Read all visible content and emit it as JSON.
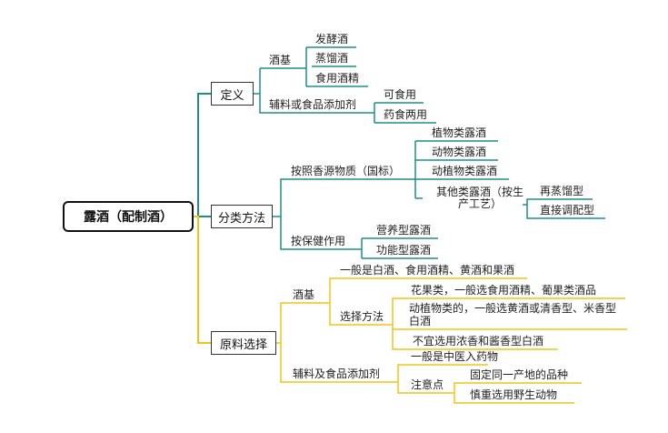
{
  "root": "露酒（配制酒）",
  "colors": {
    "teal": "#1e8f87",
    "yellow": "#f0c419",
    "line_dark": "#333333",
    "text": "#222222"
  },
  "branches": {
    "definition": {
      "label": "定义",
      "base": {
        "label": "酒基",
        "items": [
          "发酵酒",
          "蒸馏酒",
          "食用酒精"
        ]
      },
      "additives": {
        "label": "辅料或食品添加剂",
        "items": [
          "可食用",
          "药食两用"
        ]
      }
    },
    "classification": {
      "label": "分类方法",
      "by_source": {
        "label": "按照香源物质（国标）",
        "items": [
          "植物类露酒",
          "动物类露酒",
          "动植物类露酒"
        ],
        "other": {
          "label": "其他类露酒（按生产工艺）",
          "items": [
            "再蒸馏型",
            "直接调配型"
          ]
        }
      },
      "by_health": {
        "label": "按保健作用",
        "items": [
          "营养型露酒",
          "功能型露酒"
        ]
      }
    },
    "materials": {
      "label": "原料选择",
      "base": {
        "label": "酒基",
        "general": "一般是白酒、食用酒精、黄酒和果酒",
        "method": {
          "label": "选择方法",
          "items": [
            "花果类，一般选食用酒精、葡果类酒品",
            "动植物类的，一般选黄酒或清香型、米香型白酒",
            "不宜选用浓香和酱香型白酒"
          ]
        }
      },
      "additives": {
        "label": "辅料及食品添加剂",
        "general": "一般是中医入药物",
        "notes": {
          "label": "注意点",
          "items": [
            "固定同一产地的品种",
            "慎重选用野生动物"
          ]
        }
      }
    }
  }
}
